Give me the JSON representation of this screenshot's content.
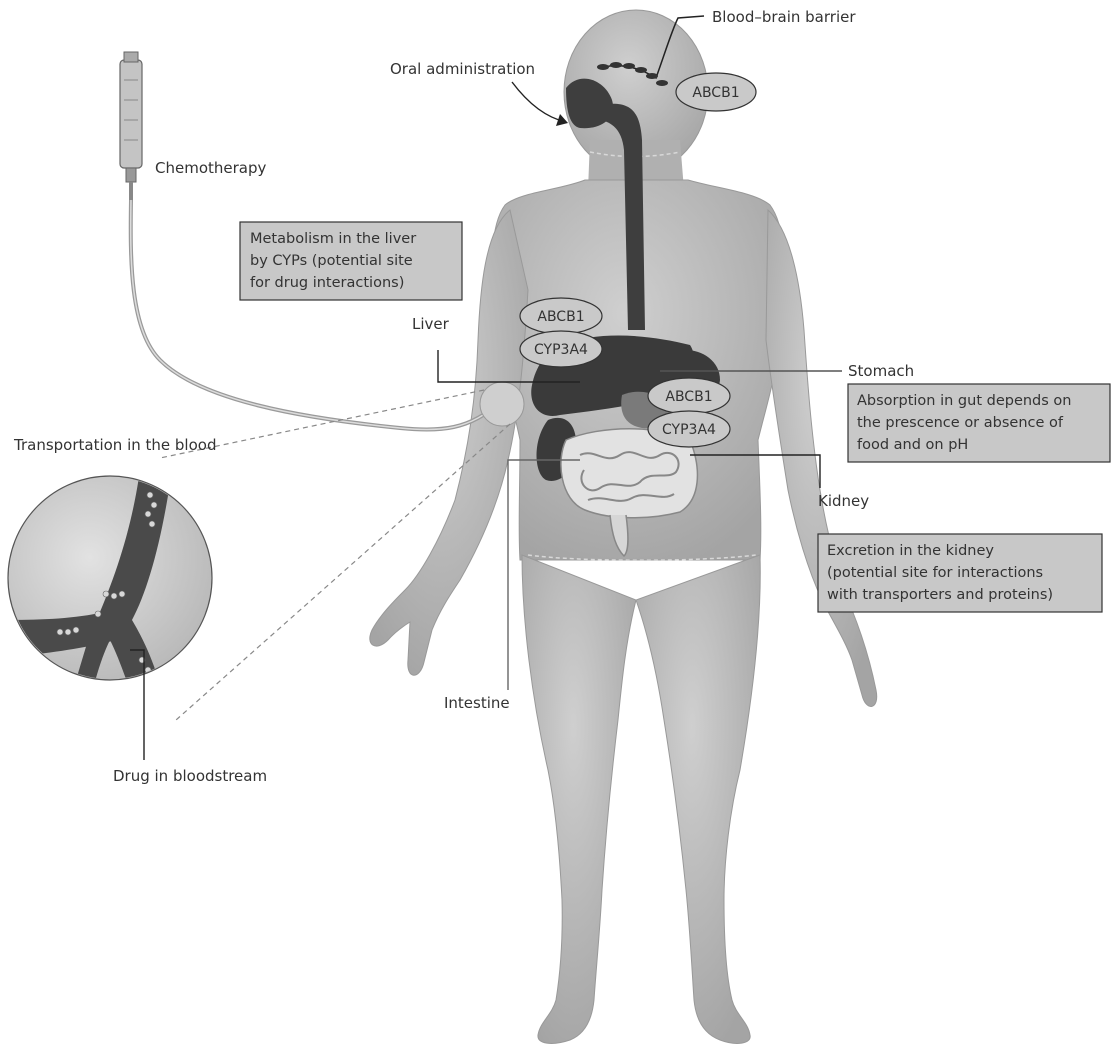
{
  "labels": {
    "blood_brain_barrier": "Blood–brain barrier",
    "oral_administration": "Oral administration",
    "chemotherapy": "Chemotherapy",
    "liver": "Liver",
    "stomach": "Stomach",
    "kidney": "Kidney",
    "intestine": "Intestine",
    "transportation": "Transportation in the blood",
    "drug_in_bloodstream": "Drug in bloodstream"
  },
  "pills": {
    "brain_abcb1": "ABCB1",
    "liver_abcb1": "ABCB1",
    "liver_cyp3a4": "CYP3A4",
    "gut_abcb1": "ABCB1",
    "gut_cyp3a4": "CYP3A4"
  },
  "boxes": {
    "liver": [
      "Metabolism in the liver",
      "by CYPs (potential site",
      "for drug interactions)"
    ],
    "gut": [
      "Absorption in gut depends on",
      "the prescence or absence of",
      "food and on pH"
    ],
    "kidney": [
      "Excretion in the kidney",
      "(potential site for interactions",
      "with transporters and proteins)"
    ]
  },
  "colors": {
    "body": "#b5b5b5",
    "organ_dark": "#3a3a3a",
    "box_fill": "#c8c8c8",
    "pill_fill": "#c9c9c9"
  }
}
